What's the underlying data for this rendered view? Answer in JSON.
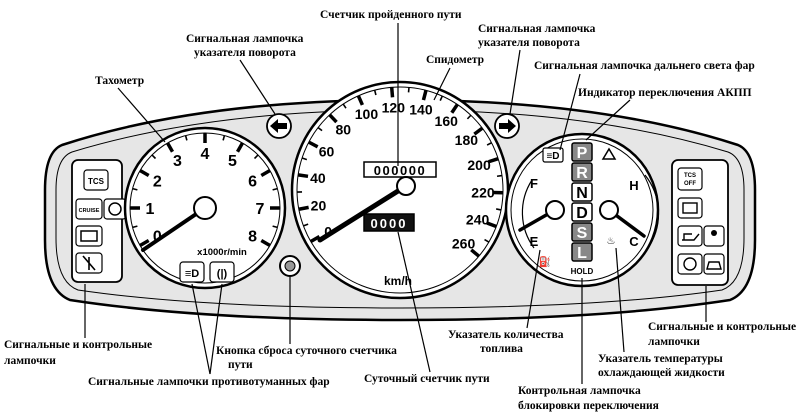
{
  "labels": {
    "odometer": "Счетчик пройденного пути",
    "turn_left_1": "Сигнальная лампочка",
    "turn_left_2": "указателя поворота",
    "turn_right_1": "Сигнальная лампочка",
    "turn_right_2": "указателя поворота",
    "speedometer": "Спидометр",
    "tachometer": "Тахометр",
    "high_beam": "Сигнальная лампочка дальнего света фар",
    "at_indicator": "Индикатор переключения АКПП",
    "warn_left_1": "Сигнальные и контрольные",
    "warn_left_2": "лампочки",
    "reset_1": "Кнопка сброса суточного счетчика",
    "reset_2": "пути",
    "fog_lamps": "Сигнальные лампочки противотуманных фар",
    "trip": "Суточный счетчик пути",
    "fuel_1": "Указатель количества",
    "fuel_2": "топлива",
    "warn_right_1": "Сигнальные и контрольные",
    "warn_right_2": "лампочки",
    "temp_1": "Указатель температуры",
    "temp_2": "охлаждающей жидкости",
    "lock_1": "Контрольная лампочка",
    "lock_2": "блокировки переключения"
  },
  "tachometer": {
    "scale": [
      "0",
      "1",
      "2",
      "3",
      "4",
      "5",
      "6",
      "7",
      "8"
    ],
    "unit": "x1000r/min"
  },
  "speedometer": {
    "scale": [
      "0",
      "20",
      "40",
      "60",
      "80",
      "100",
      "120",
      "140",
      "160",
      "180",
      "200",
      "220",
      "240",
      "260"
    ],
    "unit": "km/h",
    "odometer_value": "000000",
    "trip_value": "0000"
  },
  "gauges": {
    "fuel_full": "F",
    "fuel_empty": "E",
    "temp_hot": "H",
    "temp_cold": "C",
    "gears": [
      "P",
      "R",
      "N",
      "D",
      "S",
      "L"
    ],
    "hold": "HOLD"
  },
  "lamps": {
    "tcs": "TCS",
    "cruise": "CRUISE",
    "tcs_off_1": "TCS",
    "tcs_off_2": "OFF"
  }
}
